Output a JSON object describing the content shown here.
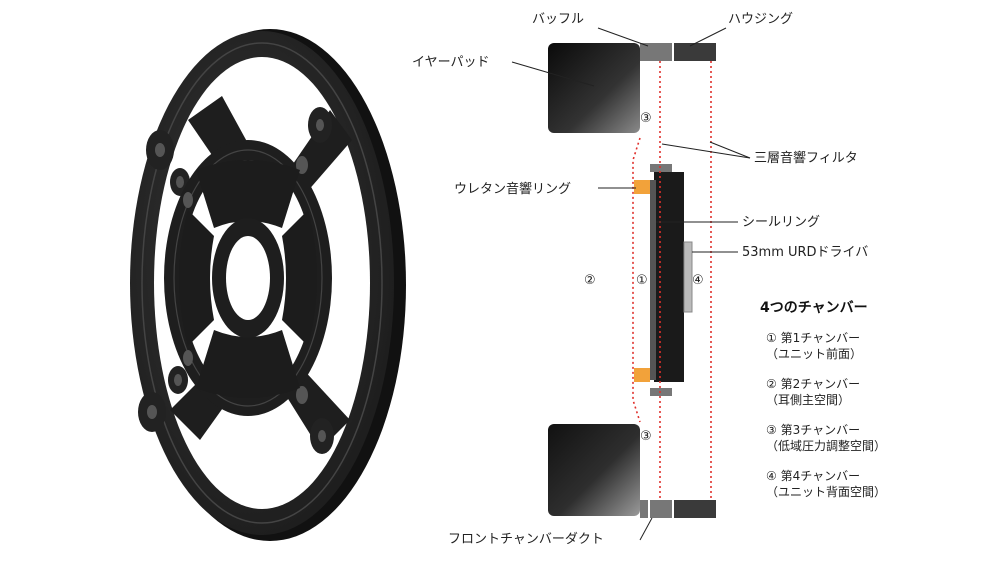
{
  "labels": {
    "baffle": "バッフル",
    "housing": "ハウジング",
    "ear_pad": "イヤーパッド",
    "filter": "三層音響フィルタ",
    "urethane_ring": "ウレタン音響リング",
    "seal_ring": "シールリング",
    "driver": "53mm URDドライバ",
    "front_duct": "フロントチャンバーダクト"
  },
  "chamber_marks": {
    "c1": "①",
    "c2": "②",
    "c3_top": "③",
    "c3_bottom": "③",
    "c4": "④"
  },
  "legend": {
    "title": "4つのチャンバー",
    "items": [
      {
        "line1": "① 第1チャンバー",
        "line2": "（ユニット前面）"
      },
      {
        "line1": "② 第2チャンバー",
        "line2": "（耳側主空間）"
      },
      {
        "line1": "③ 第3チャンバー",
        "line2": "（低域圧力調整空間）"
      },
      {
        "line1": "④ 第4チャンバー",
        "line2": "（ユニット背面空間）"
      }
    ]
  },
  "colors": {
    "part_dark": "#1a1a1a",
    "baffle_gray": "#777777",
    "housing_dark": "#3a3a3a",
    "urethane_orange": "#f2a23a",
    "dashed_red": "#e0302c"
  }
}
